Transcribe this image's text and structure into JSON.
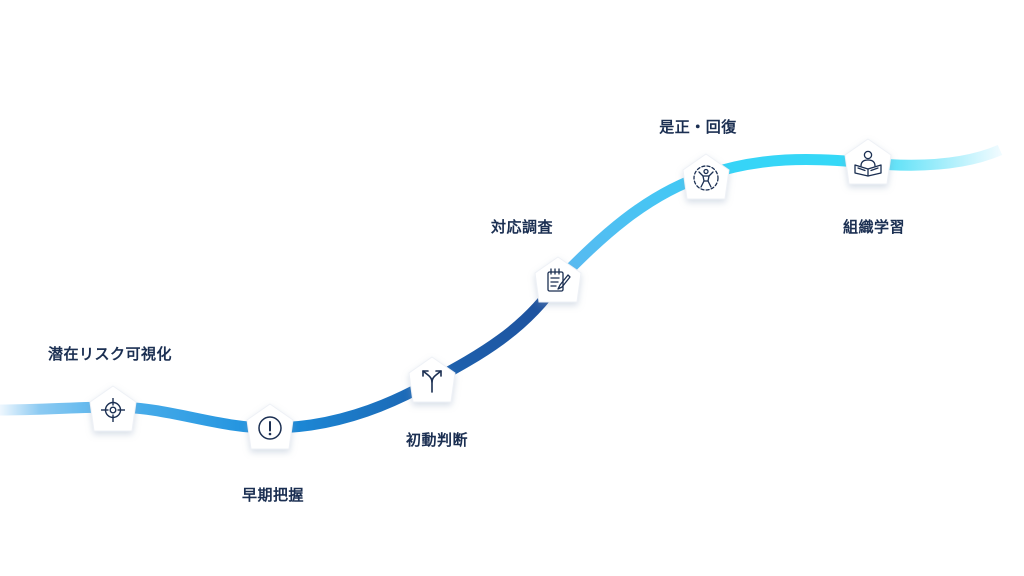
{
  "steps": [
    {
      "label": "潜在リスク可視化",
      "icon": "crosshair-icon"
    },
    {
      "label": "早期把握",
      "icon": "alert-icon"
    },
    {
      "label": "初動判断",
      "icon": "split-arrows-icon"
    },
    {
      "label": "対応調査",
      "icon": "checklist-edit-icon"
    },
    {
      "label": "是正・回復",
      "icon": "recovery-person-icon"
    },
    {
      "label": "組織学習",
      "icon": "reading-person-icon"
    }
  ],
  "colors": {
    "icon_stroke": "#1b2f52",
    "label": "#1b2f52",
    "curve_light": "#e6f3fd",
    "curve_mid": "#1e90de",
    "curve_dark": "#1f4e9a",
    "curve_cyan": "#35d9f7"
  }
}
